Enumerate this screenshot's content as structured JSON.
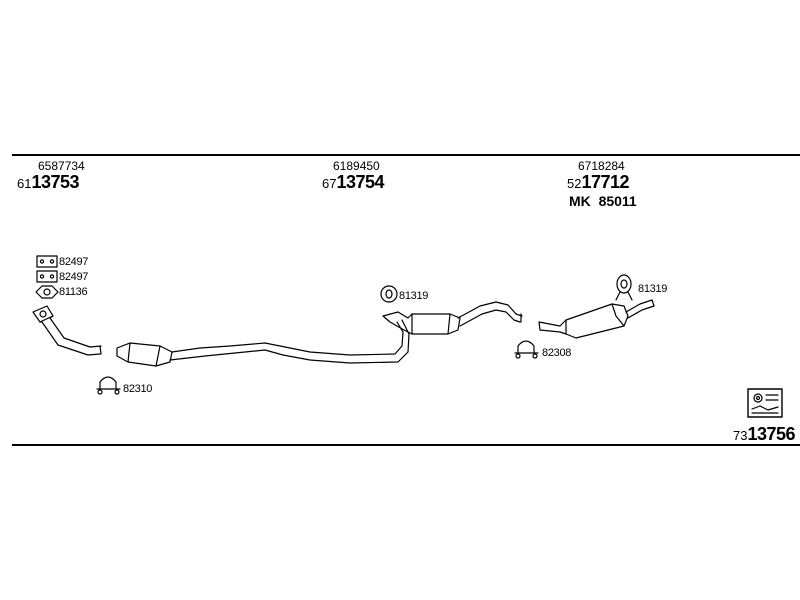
{
  "groups": [
    {
      "ref": "6587734",
      "prefix": "61",
      "code": "13753"
    },
    {
      "ref": "6189450",
      "prefix": "67",
      "code": "13754"
    },
    {
      "ref": "6718284",
      "prefix": "52",
      "code": "17712",
      "kit_label": "MK",
      "kit_number": "85011"
    }
  ],
  "parts": {
    "gasket_1": "82497",
    "gasket_2": "82497",
    "flange_gasket": "81136",
    "clamp_front": "82310",
    "hanger_mid": "81319",
    "clamp_rear": "82308",
    "hanger_rear": "81319"
  },
  "mounting_kit": {
    "prefix": "73",
    "code": "13756"
  }
}
